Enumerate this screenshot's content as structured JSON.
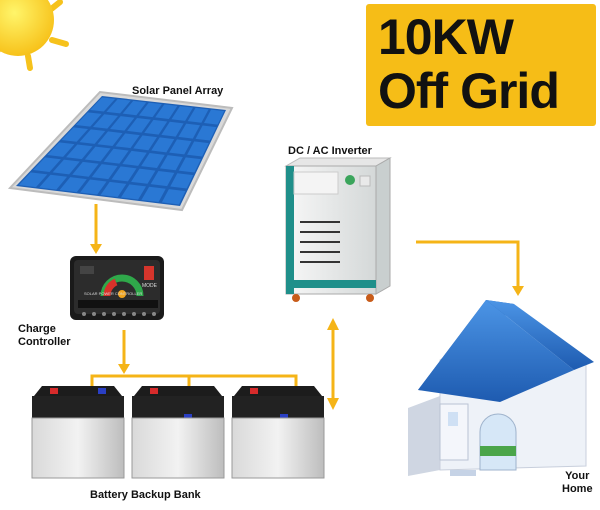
{
  "title": {
    "line1": "10KW",
    "line2": "Off Grid"
  },
  "labels": {
    "solar_panel": "Solar Panel Array",
    "inverter": "DC / AC Inverter",
    "charge_controller_line1": "Charge",
    "charge_controller_line2": "Controller",
    "battery_bank": "Battery Backup Bank",
    "home_line1": "Your",
    "home_line2": "Home",
    "controller_face": "SOLAR POWER CONTROLLER",
    "controller_mode": "MODE"
  },
  "colors": {
    "title_bg": "#f6bd17",
    "connector": "#f5b417",
    "panel_cell": "#2a78d4",
    "roof": "#2a6fc9",
    "inverter_trim": "#1f8f8a"
  },
  "icons": [
    "sun-icon",
    "solar-panel-icon",
    "charge-controller-icon",
    "battery-icon",
    "inverter-icon",
    "house-icon"
  ]
}
